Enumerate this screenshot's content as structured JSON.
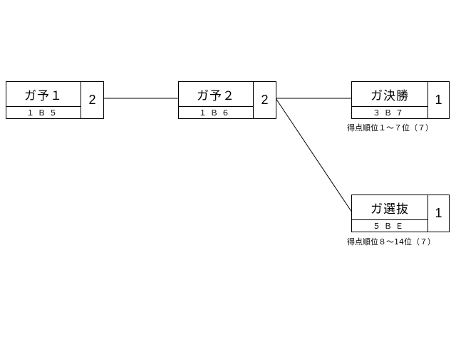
{
  "nodes": [
    {
      "name": "ガ予１",
      "code": "１Ｂ５",
      "count": "2"
    },
    {
      "name": "ガ予２",
      "code": "１Ｂ６",
      "count": "2"
    },
    {
      "name": "ガ決勝",
      "code": "３Ｂ７",
      "count": "1"
    },
    {
      "name": "ガ選抜",
      "code": "５ＢＥ",
      "count": "1"
    }
  ],
  "captions": {
    "final": "得点順位１～７位（７）",
    "selection": "得点順位８～14位（７）"
  }
}
